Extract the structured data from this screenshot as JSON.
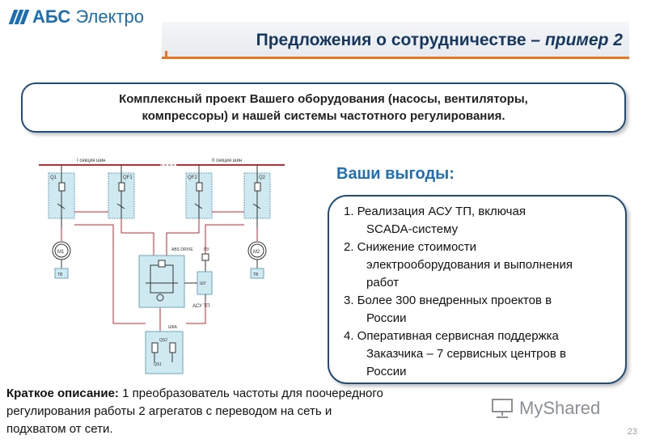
{
  "brand": {
    "abbr": "АБС",
    "name": "Электро"
  },
  "title": {
    "main": "Предложения о сотрудничестве – ",
    "example": "пример 2"
  },
  "summary": {
    "line1": "Комплексный проект Вашего оборудования (насосы, вентиляторы,",
    "line2": "компрессоры) и нашей системы частотного регулирования."
  },
  "diagram": {
    "bus1": "I секция шин",
    "bus2": "II секция шин",
    "q1": "Q1",
    "qf1": "QF1",
    "qf2": "QF2",
    "q2": "Q2",
    "m1": "М1",
    "m2": "М2",
    "tv1": "ТВ",
    "tv2": "ТВ",
    "drive": "ABS DRIVE",
    "pu": "ПУ",
    "shu": "ШУ",
    "asutp": "АСУ ТП",
    "shka": "ШКА",
    "qs2": "QS2",
    "qs1": "QS1"
  },
  "benefits": {
    "heading": "Ваши выгоды:",
    "items": [
      {
        "line1": "1. Реализация АСУ ТП, включая",
        "line2": "SCADA-систему"
      },
      {
        "line1": "2. Снижение стоимости",
        "line2": "электрооборудования и выполнения",
        "line3": "работ"
      },
      {
        "line1": "3. Более 300 внедренных проектов в",
        "line2": "России"
      },
      {
        "line1": "4. Оперативная сервисная поддержка",
        "line2": "Заказчика – 7 сервисных центров в",
        "line3": "России"
      }
    ]
  },
  "description": {
    "label": "Краткое описание:",
    "line1": " 1 преобразователь частоты для поочередного",
    "line2": "регулирования работы 2 агрегатов с переводом на сеть и",
    "line3": "подхватом от сети."
  },
  "watermark": "MyShared",
  "page_number": "23",
  "colors": {
    "brand": "#1a6fb0",
    "accent": "#e87722",
    "title": "#17375e",
    "border": "#1f4e79",
    "heading": "#1f6fb5",
    "diagram_fill": "#cfe9f1",
    "diagram_line": "#d2262d"
  }
}
